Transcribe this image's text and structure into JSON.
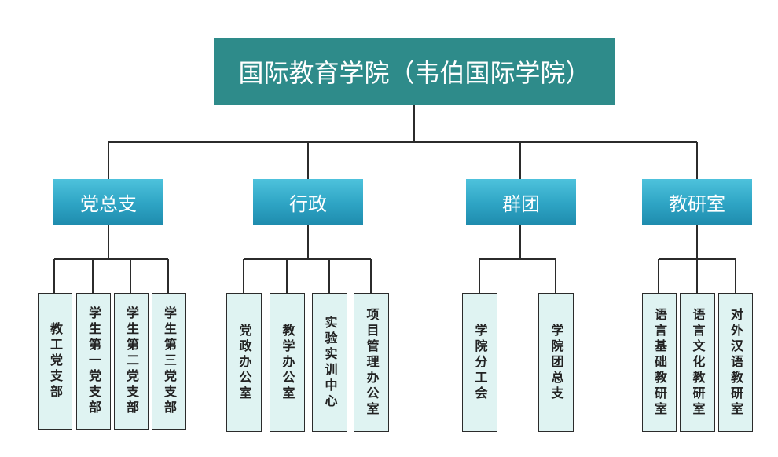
{
  "root": {
    "label": "国际教育学院（韦伯国际学院）"
  },
  "categories": [
    {
      "label": "党总支",
      "children": [
        "教工党支部",
        "学生第一党支部",
        "学生第二党支部",
        "学生第三党支部"
      ]
    },
    {
      "label": "行政",
      "children": [
        "党政办公室",
        "教学办公室",
        "实验实训中心",
        "项目管理办公室"
      ]
    },
    {
      "label": "群团",
      "children": [
        "学院分工会",
        "学院团总支"
      ]
    },
    {
      "label": "教研室",
      "children": [
        "语言基础教研室",
        "语言文化教研室",
        "对外汉语教研室"
      ]
    }
  ]
}
